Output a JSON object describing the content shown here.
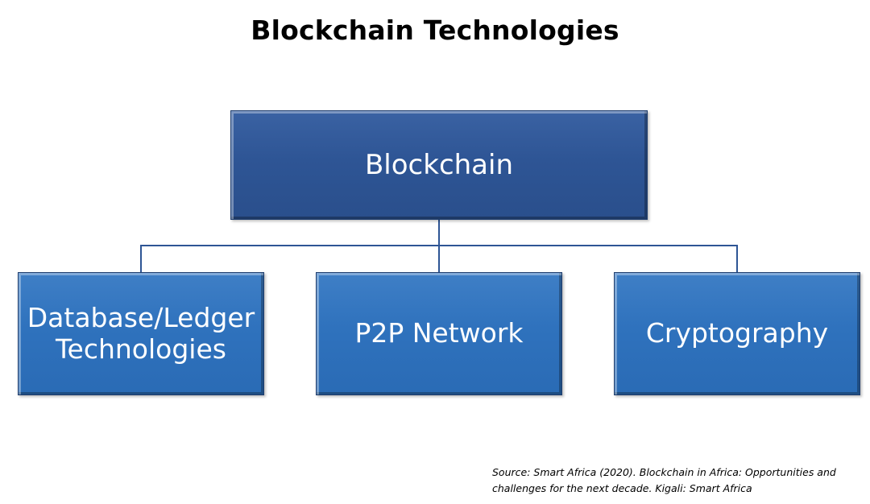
{
  "title": "Blockchain Technologies",
  "diagram": {
    "root": {
      "label": "Blockchain"
    },
    "children": [
      {
        "label": "Database/Ledger\nTechnologies"
      },
      {
        "label": "P2P Network"
      },
      {
        "label": "Cryptography"
      }
    ]
  },
  "source": "Source: Smart Africa (2020). Blockchain in Africa: Opportunities and challenges for the next decade. Kigali: Smart Africa",
  "colors": {
    "root_fill": "#2e5595",
    "child_fill": "#2f72bd",
    "connector": "#2e5595",
    "text": "#ffffff"
  }
}
